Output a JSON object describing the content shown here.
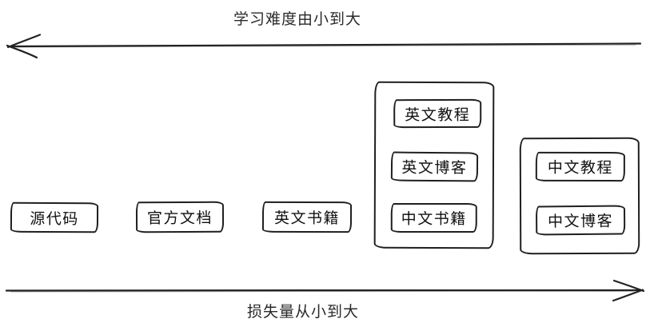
{
  "colors": {
    "ink": "#1f1f1f",
    "background": "#ffffff"
  },
  "axes": {
    "top": {
      "label": "学习难度由小到大",
      "direction": "left"
    },
    "bottom": {
      "label": "损失量从小到大",
      "direction": "right"
    }
  },
  "nodes": [
    {
      "id": "source-code",
      "label": "源代码"
    },
    {
      "id": "official-docs",
      "label": "官方文档"
    },
    {
      "id": "english-books",
      "label": "英文书籍"
    }
  ],
  "groups": [
    {
      "id": "english-and-chinese-books-group",
      "nodes": [
        {
          "id": "english-tutorials",
          "label": "英文教程"
        },
        {
          "id": "english-blogs",
          "label": "英文博客"
        },
        {
          "id": "chinese-books",
          "label": "中文书籍"
        }
      ]
    },
    {
      "id": "chinese-group",
      "nodes": [
        {
          "id": "chinese-tutorials",
          "label": "中文教程"
        },
        {
          "id": "chinese-blogs",
          "label": "中文博客"
        }
      ]
    }
  ]
}
